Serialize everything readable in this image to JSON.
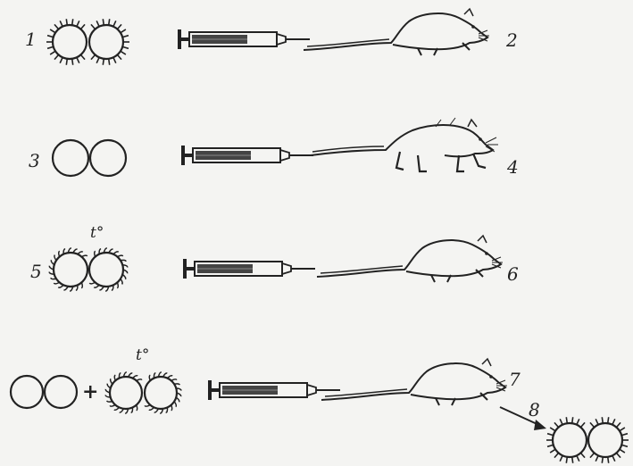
{
  "labels": {
    "n1": "1",
    "n2": "2",
    "n3": "3",
    "n4": "4",
    "n5": "5",
    "n6": "6",
    "n7": "7",
    "n8": "8",
    "t_row3": "t°",
    "t_row4": "t°",
    "plus": "+"
  },
  "colors": {
    "ink": "#222222",
    "background": "#f4f4f2"
  }
}
